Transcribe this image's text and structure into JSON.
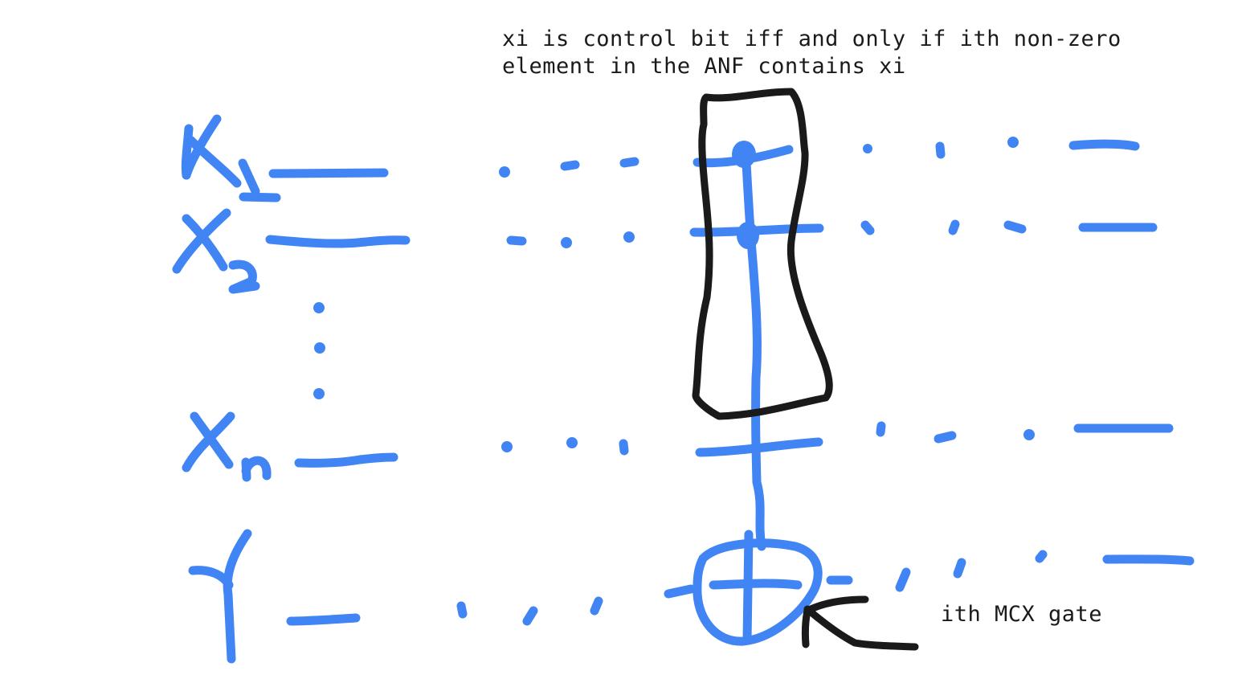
{
  "annotation": {
    "line1": "xi is control bit iff and only if ith non-zero",
    "line2": "element in the ANF contains xi"
  },
  "gate_label": "ith MCX gate",
  "qubit_labels": [
    "X1",
    "X2",
    "Xn",
    "Y"
  ],
  "colors": {
    "wire_ink": "#4185f4",
    "marker_ink": "#1a1a1a",
    "text": "#1a1a1a",
    "background": "#ffffff"
  }
}
